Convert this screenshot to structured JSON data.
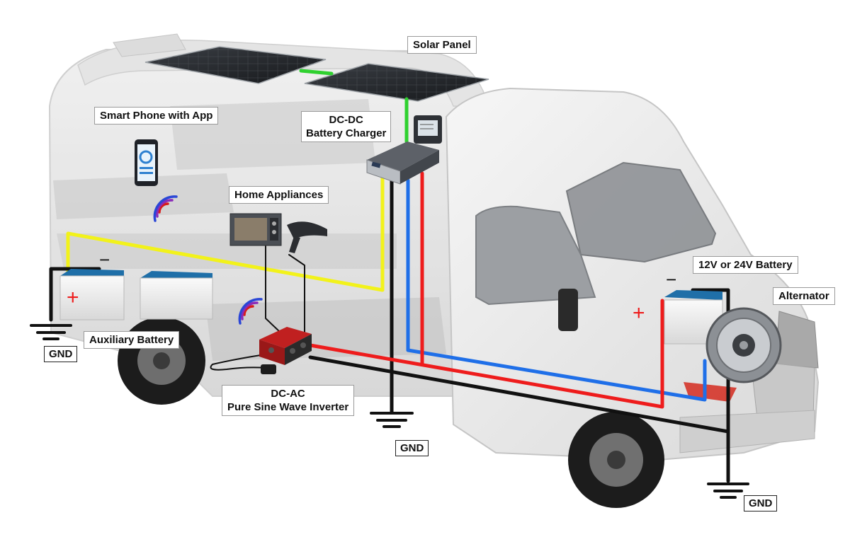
{
  "labels": {
    "solar_panel": "Solar Panel",
    "smart_phone": "Smart Phone with App",
    "dcdc_line1": "DC-DC",
    "dcdc_line2": "Battery Charger",
    "home_appliances": "Home Appliances",
    "auxiliary_battery": "Auxiliary Battery",
    "inverter_line1": "DC-AC",
    "inverter_line2": "Pure Sine Wave Inverter",
    "starter_battery": "12V or 24V Battery",
    "alternator": "Alternator",
    "gnd": "GND"
  },
  "polarity": {
    "plus": "+",
    "minus": "−"
  },
  "colors": {
    "positive_wire": "#ee1c1c",
    "negative_wire": "#111111",
    "solar_wire": "#2fd12f",
    "alternator_wire": "#1f6fe8",
    "aux_positive_wire": "#f2f21a",
    "wireless_signal": [
      "#d61c1c",
      "#8a2bb8",
      "#2a46d6"
    ]
  }
}
